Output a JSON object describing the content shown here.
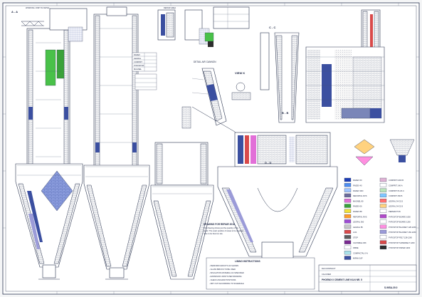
{
  "views": {
    "a_a": "A - A",
    "b_b": "B - B",
    "c_c": "C - C",
    "view_k": "VIEW K",
    "detail_air_cannon": "DETAIL AIR CANNON",
    "detail_top": "WORKING JOINT IN DETAIL",
    "section_d": "D - D"
  },
  "repair_note": {
    "line1": "DRAWING FOR REPAIR 2016",
    "line2": "This drawing shows just the quantity of the",
    "line3": "repair. The exact position of areas to be repaired",
    "line4": "have to be fixed on site."
  },
  "instructions_title": "LINING INSTRUCTIONS",
  "instructions": [
    "- PERFORM GROUTS AS SHOWN",
    "- GLASS BRICKS TO BE USED",
    "- INSULATION MATERIAL AS SPECIFIED",
    "- EXPANSION JOINTS PER DRAWING",
    "- CHECK ANCHOR POSITIONS",
    "- DRY OUT ACCORDING TO SCHEDULE"
  ],
  "legend_left": [
    {
      "label": "RADEX 60",
      "color": "#1f3fb5"
    },
    {
      "label": "RADEX 40",
      "color": "#4e8df0"
    },
    {
      "label": "RADEX 30N",
      "color": "#9fc4ff"
    },
    {
      "label": "REFORTAL RVS",
      "color": "#6b6b9a"
    },
    {
      "label": "MAGNEL 80",
      "color": "#e26fd8"
    },
    {
      "label": "RADEX 06",
      "color": "#3aa23a"
    },
    {
      "label": "RADEX 88",
      "color": "#f0e13a"
    },
    {
      "label": "REFORTAL RVS",
      "color": "#ff9c2a"
    },
    {
      "label": "LEGRAL 360",
      "color": "#9d4bd1"
    },
    {
      "label": "LEGRAL 85",
      "color": "#c7c7c7"
    },
    {
      "label": "LGS",
      "color": "#d94a4a"
    },
    {
      "label": "STOP",
      "color": "#5d5d5d"
    },
    {
      "label": "CASTABLE 36K",
      "color": "#7a2a8f"
    },
    {
      "label": "FIBRE",
      "color": "#ffffff"
    },
    {
      "label": "COMPACTAL 6 %",
      "color": "#a8e0e8"
    },
    {
      "label": "MIRAN 16F",
      "color": "#3b4fa0"
    }
  ],
  "legend_right": [
    {
      "label": "COMPRIT F200 B",
      "color": "#e0b2d4"
    },
    {
      "label": "COMPRIT 140-A",
      "color": "#ffffff"
    },
    {
      "label": "COMPRIT PLUS C",
      "color": "#b9e5b9"
    },
    {
      "label": "COMPRIT 250 B",
      "color": "#7fc7ff"
    },
    {
      "label": "LEGRAL 34 G2.5",
      "color": "#ff6f6f"
    },
    {
      "label": "LEGRAL 34 G2.9",
      "color": "#ffd27f"
    },
    {
      "label": "PERMAFIT 95",
      "color": "#ffffff"
    },
    {
      "label": "PYROSTOP BOARD 1050",
      "color": "#b24ac9"
    },
    {
      "label": "PYROSTOP BOARD 1260",
      "color": "#ffffff"
    },
    {
      "label": "PYROSTOP BLANKET 128-1260",
      "color": "#ff8fe0"
    },
    {
      "label": "PYROSTOP BLANKET 160-1260",
      "color": "#9b9bd8"
    },
    {
      "label": "PYROSTOP FELT 128-1260",
      "color": "#ffffff"
    },
    {
      "label": "PYROSTOP SUPERFELT 1260",
      "color": "#d94a4a"
    },
    {
      "label": "PYROSTOP PAPER 1260",
      "color": "#2e2e2e"
    }
  ],
  "title_block": {
    "company": "RHI CONTRACT",
    "line": "CALCINER",
    "project": "PHOENIX II CEMENT LINE KILN NR. 5",
    "number": "S-96SA-30.0"
  },
  "materials_top_table": [
    "RADEX",
    "LEGRAL",
    "COMPRIT",
    "PYROSTOP",
    "MAGNEL"
  ]
}
